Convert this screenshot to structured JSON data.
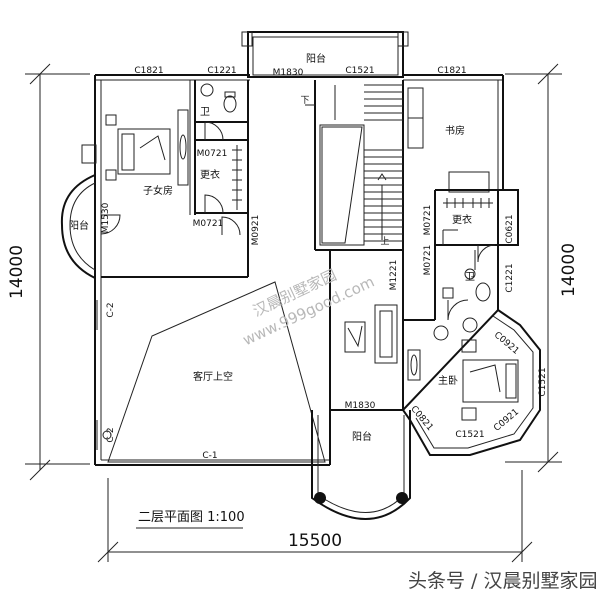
{
  "plan_title": "二层平面图 1:100",
  "dimensions": {
    "left": "14000",
    "right": "14000",
    "bottom": "15500"
  },
  "rooms": {
    "balcony_top": "阳台",
    "balcony_left": "阳台",
    "balcony_bottom": "阳台",
    "child_room": "子女房",
    "bath_top": "卫",
    "closet_top": "更衣",
    "study": "书房",
    "closet_right": "更衣",
    "bath_right": "卫",
    "master_bedroom": "主卧",
    "living_void": "客厅上空"
  },
  "stairs": {
    "down": "下",
    "up": "上"
  },
  "openings": {
    "c1821_a": "C1821",
    "c1221_a": "C1221",
    "m1830_top": "M1830",
    "c1521_top": "C1521",
    "c1821_b": "C1821",
    "m0721_a": "M0721",
    "m0721_b": "M0721",
    "m0921_a": "M0921",
    "m1530": "M1530",
    "m0721_c": "M0721",
    "m0721_d": "M0721",
    "c0621": "C0621",
    "m1221": "M1221",
    "c1221_b": "C1221",
    "c0921_a": "C0921",
    "c1521_right": "C1521",
    "c0921_b": "C0921",
    "c0821": "C0821",
    "c1521_bottom": "C1521",
    "m1830_bottom": "M1830",
    "c2_a": "C-2",
    "c2_b": "C-2",
    "c1": "C-1"
  },
  "watermark": {
    "name": "汉晨别墅家园",
    "url": "www.999good.com"
  },
  "footer": "头条号 / 汉晨别墅家园"
}
